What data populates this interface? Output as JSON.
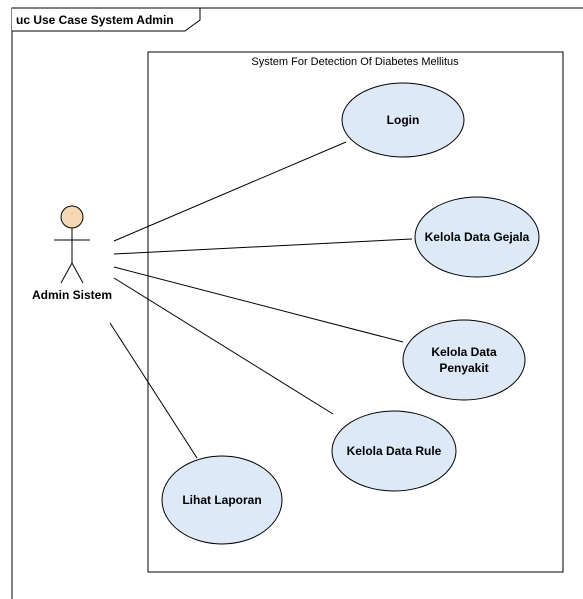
{
  "frame": {
    "title": "uc Use Case System Admin"
  },
  "system_boundary": {
    "title": "System For Detection Of Diabetes Mellitus"
  },
  "actor": {
    "name": "Admin Sistem"
  },
  "use_cases": {
    "login": "Login",
    "kelola_data_gejala": "Kelola Data Gejala",
    "kelola_data_penyakit": {
      "line1": "Kelola Data",
      "line2": "Penyakit"
    },
    "kelola_data_rule": "Kelola Data Rule",
    "lihat_laporan": "Lihat Laporan"
  },
  "colors": {
    "use_case_fill": "#dde9f7",
    "actor_head_fill": "#f4d8b4",
    "stroke": "#000000"
  }
}
